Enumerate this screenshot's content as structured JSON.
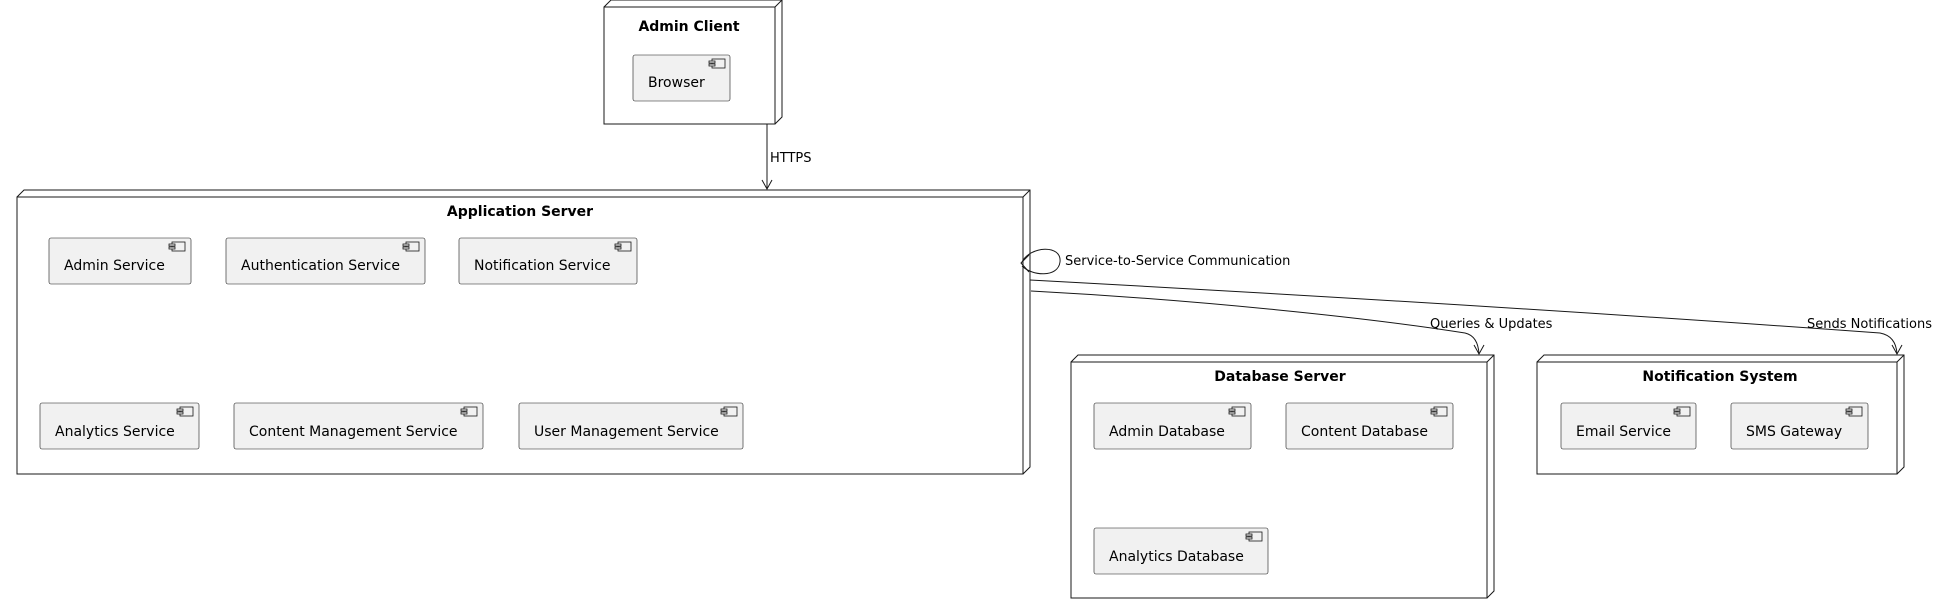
{
  "nodes": {
    "admin_client": {
      "title": "Admin Client",
      "components": {
        "browser": "Browser"
      }
    },
    "application_server": {
      "title": "Application Server",
      "components": {
        "admin_service": "Admin Service",
        "authentication_service": "Authentication Service",
        "notification_service": "Notification Service",
        "analytics_service": "Analytics Service",
        "content_management_service": "Content Management Service",
        "user_management_service": "User Management Service"
      }
    },
    "database_server": {
      "title": "Database Server",
      "components": {
        "admin_database": "Admin Database",
        "content_database": "Content Database",
        "analytics_database": "Analytics Database"
      }
    },
    "notification_system": {
      "title": "Notification System",
      "components": {
        "email_service": "Email Service",
        "sms_gateway": "SMS Gateway"
      }
    }
  },
  "edges": {
    "https": "HTTPS",
    "service_to_service": "Service-to-Service Communication",
    "queries_updates": "Queries & Updates",
    "sends_notifications": "Sends Notifications"
  }
}
